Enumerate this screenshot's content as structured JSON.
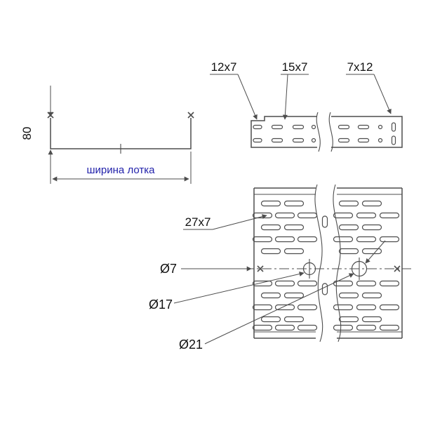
{
  "views": {
    "section": {
      "height_label": "80",
      "width_label": "ширина лотка"
    },
    "side": {
      "labels": [
        "12x7",
        "15x7",
        "7x12"
      ]
    },
    "plan": {
      "labels": [
        "27x7",
        "Ø7",
        "Ø17",
        "Ø21"
      ]
    }
  },
  "colors": {
    "line": "#4d4d4d",
    "text": "#111111",
    "dimension_text_blue": "#2222aa",
    "background": "#ffffff"
  }
}
